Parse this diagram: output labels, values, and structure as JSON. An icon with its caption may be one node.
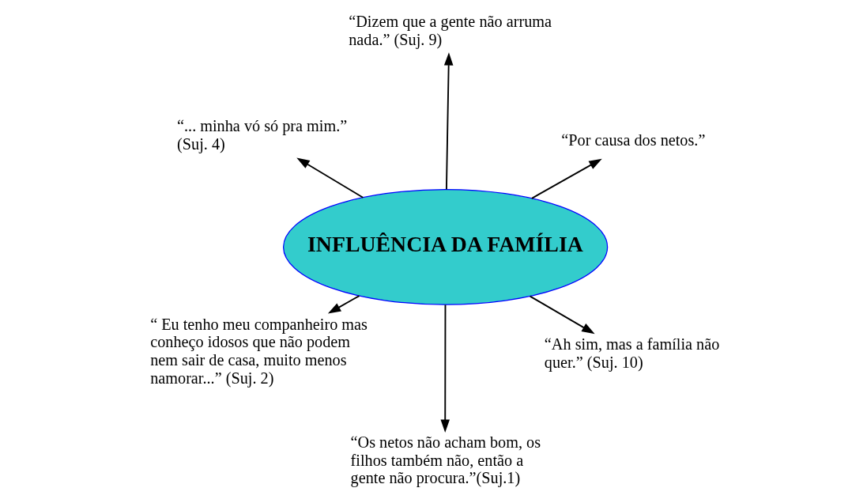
{
  "diagram": {
    "nodes": [
      {
        "text": [
          "INFLUÊNCIA DA FAMÍLIA"
        ]
      },
      {
        "text": [
          "“Ah sim, mas a família não quer.” (Suj. 10)"
        ]
      },
      {
        "text": [
          "“Os netos não acham bom, os filhos também não, então a gente não procura.”(Suj.1)"
        ]
      },
      {
        "text": [
          "“... minha vó só pra mim.” (Suj. 4)"
        ]
      },
      {
        "text": [
          "“Por causa dos netos.”"
        ]
      },
      {
        "text": [
          "“Dizem que a gente não arruma nada.” (Suj. 9)"
        ]
      },
      {
        "text": [
          "“ Eu tenho meu companheiro mas conheço idosos que não podem nem sair de casa, muito menos namorar...” (Suj. 2)"
        ]
      }
    ],
    "edges": [
      {
        "from": 0,
        "to": 1,
        "arrow": "to"
      },
      {
        "from": 0,
        "to": 2,
        "arrow": "to"
      },
      {
        "from": 0,
        "to": 3,
        "arrow": "to"
      },
      {
        "from": 0,
        "to": 4,
        "arrow": "to"
      },
      {
        "from": 0,
        "to": 5,
        "arrow": "to"
      },
      {
        "from": 0,
        "to": 6,
        "arrow": "to"
      }
    ]
  }
}
